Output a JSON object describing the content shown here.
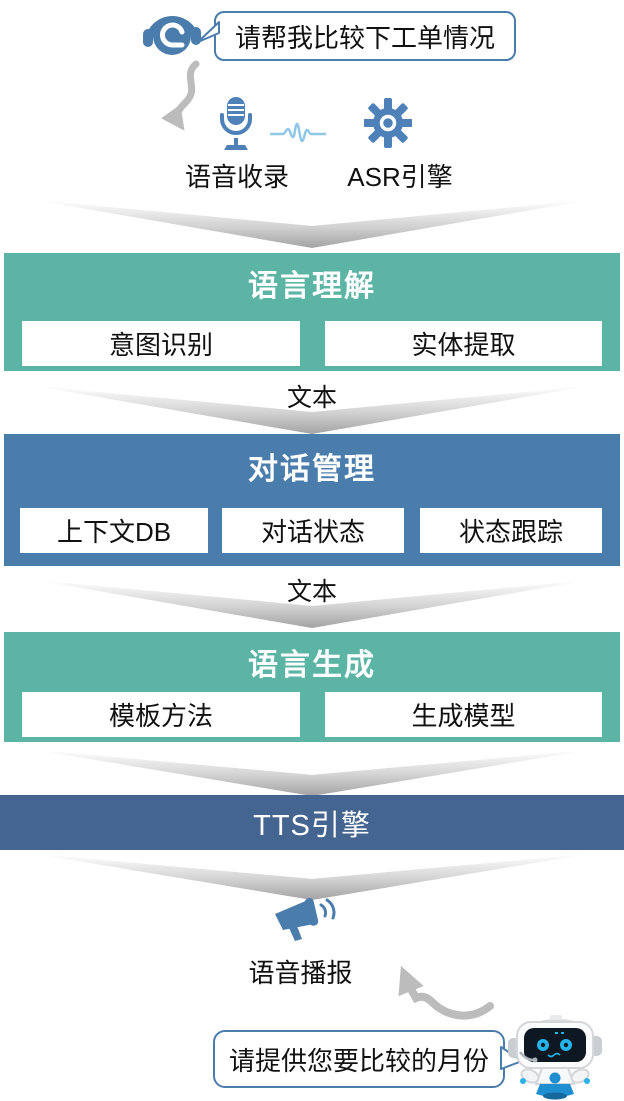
{
  "palette": {
    "green_band": "#5cb5a4",
    "blue_band": "#4a7cac",
    "tts_band": "#44658f",
    "icon_blue": "#4e81b8",
    "bubble_border": "#4a7cac",
    "arrow_gray": "#bcbcbc",
    "robot_accent": "#25b3ea"
  },
  "user": {
    "bubble_text": "请帮我比较下工单情况"
  },
  "capture": {
    "voice_label": "语音收录",
    "asr_label": "ASR引擎"
  },
  "flow": {
    "nlu": {
      "title": "语言理解",
      "items": [
        "意图识别",
        "实体提取"
      ]
    },
    "connector1": {
      "label": "文本"
    },
    "dm": {
      "title": "对话管理",
      "items": [
        "上下文DB",
        "对话状态",
        "状态跟踪"
      ]
    },
    "connector2": {
      "label": "文本"
    },
    "nlg": {
      "title": "语言生成",
      "items": [
        "模板方法",
        "生成模型"
      ]
    },
    "tts": {
      "title": "TTS引擎"
    }
  },
  "output": {
    "broadcast_label": "语音播报",
    "bot_bubble_text": "请提供您要比较的月份"
  }
}
